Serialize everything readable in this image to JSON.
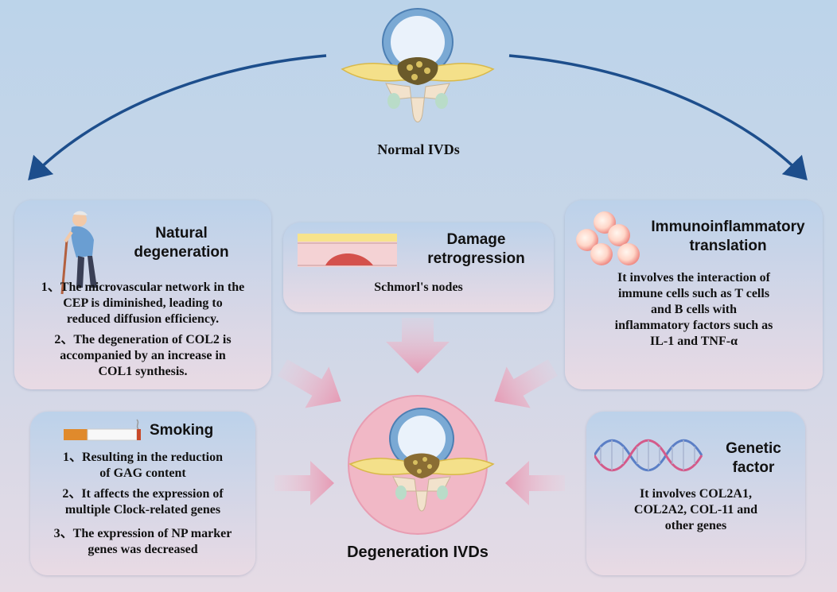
{
  "normal": {
    "label": "Normal IVDs"
  },
  "degeneration": {
    "label": "Degeneration IVDs"
  },
  "natural": {
    "title": [
      "Natural",
      "degeneration"
    ],
    "items": [
      [
        "1、The microvascular network in the",
        "CEP is diminished, leading to",
        "reduced diffusion efficiency."
      ],
      [
        "2、The degeneration of COL2 is",
        "accompanied by an increase in",
        "COL1 synthesis."
      ]
    ]
  },
  "damage": {
    "title": [
      "Damage",
      "retrogression"
    ],
    "text": "Schmorl's nodes"
  },
  "immuno": {
    "title": [
      "Immunoinflammatory",
      "translation"
    ],
    "text": [
      "It involves the interaction of",
      "immune cells such as T cells",
      "and B cells with",
      "inflammatory factors such as",
      "IL-1 and TNF-α"
    ]
  },
  "smoking": {
    "title": "Smoking",
    "items": [
      [
        "1、Resulting in the reduction",
        "of GAG content"
      ],
      [
        "2、It affects the expression of",
        "multiple Clock-related genes"
      ],
      [
        "3、The expression of NP marker",
        "genes was decreased"
      ]
    ]
  },
  "genetic": {
    "title": [
      "Genetic",
      "factor"
    ],
    "text": [
      "It involves COL2A1,",
      "COL2A2, COL-11 and",
      "other genes"
    ]
  },
  "colors": {
    "arrow": "#1d4e8c",
    "soft_arrow": "#e6a9bd",
    "box_top": "#bcd2ea",
    "box_bottom": "#e9dae4"
  }
}
